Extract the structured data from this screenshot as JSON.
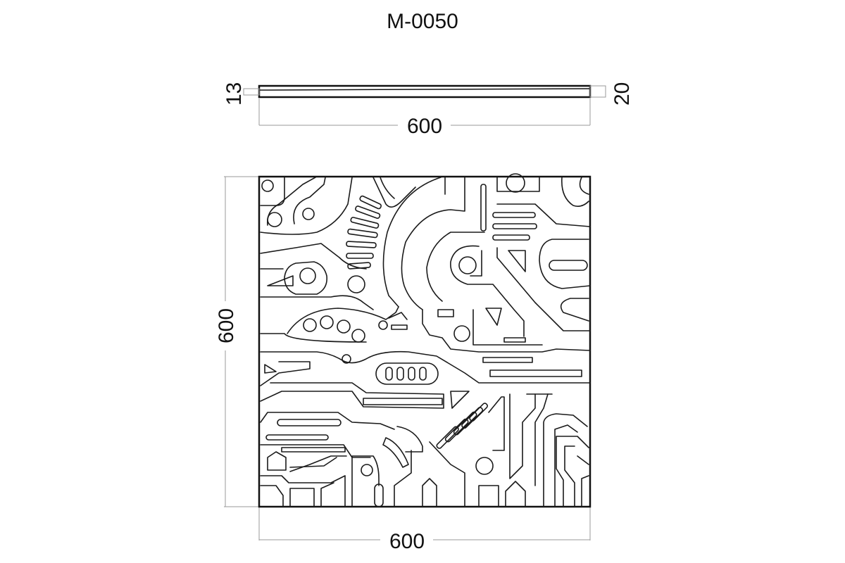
{
  "title": "M-0050",
  "side_view": {
    "thin_edge": "13",
    "thick_edge": "20",
    "width": "600"
  },
  "front_view": {
    "height": "600",
    "width": "600"
  }
}
